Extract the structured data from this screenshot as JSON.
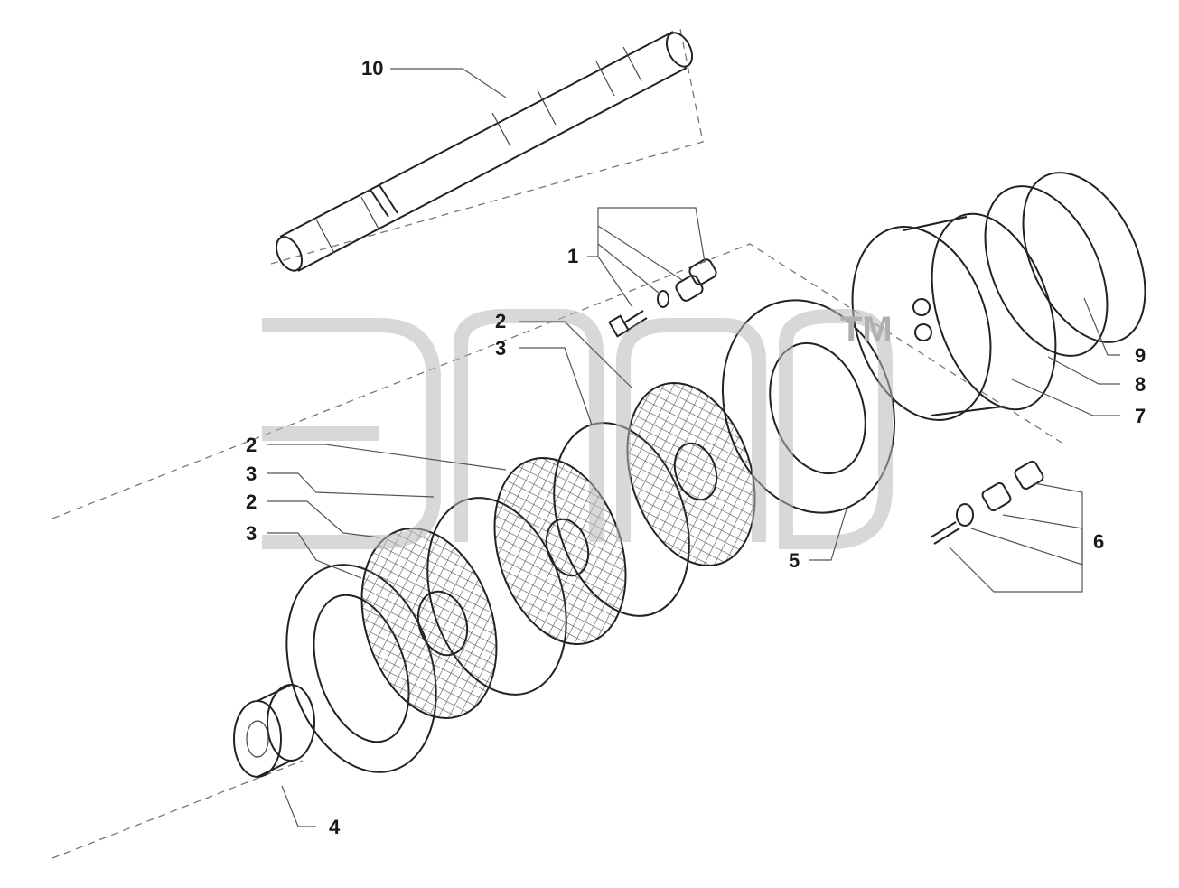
{
  "callouts": {
    "c10": "10",
    "c1": "1",
    "c2a": "2",
    "c3a": "3",
    "c2b": "2",
    "c3b": "3",
    "c2c": "2",
    "c3c": "3",
    "c4": "4",
    "c5": "5",
    "c6": "6",
    "c7": "7",
    "c8": "8",
    "c9": "9"
  },
  "watermark": {
    "tm": "TM"
  },
  "colors": {
    "line": "#222222",
    "watermark": "#b8b8b8",
    "background": "#ffffff"
  }
}
